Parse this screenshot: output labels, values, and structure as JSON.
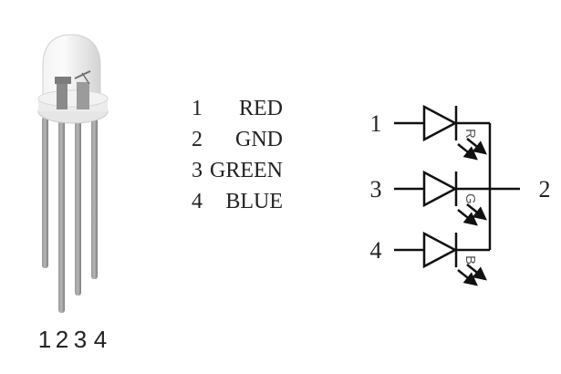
{
  "led_pin_numbers": [
    "1",
    "2",
    "3",
    "4"
  ],
  "pin_table": [
    {
      "number": "1",
      "name": "RED"
    },
    {
      "number": "2",
      "name": "GND"
    },
    {
      "number": "3",
      "name": "GREEN"
    },
    {
      "number": "4",
      "name": "BLUE"
    }
  ],
  "schematic": {
    "pin_red": "1",
    "pin_green": "3",
    "pin_blue": "4",
    "pin_common": "2",
    "diode_red_letter": "R",
    "diode_green_letter": "G",
    "diode_blue_letter": "B"
  },
  "colors": {
    "line": "#111111",
    "pin_metal": "#8c8c8c",
    "lens": "#e9e9e9",
    "text": "#222222"
  }
}
